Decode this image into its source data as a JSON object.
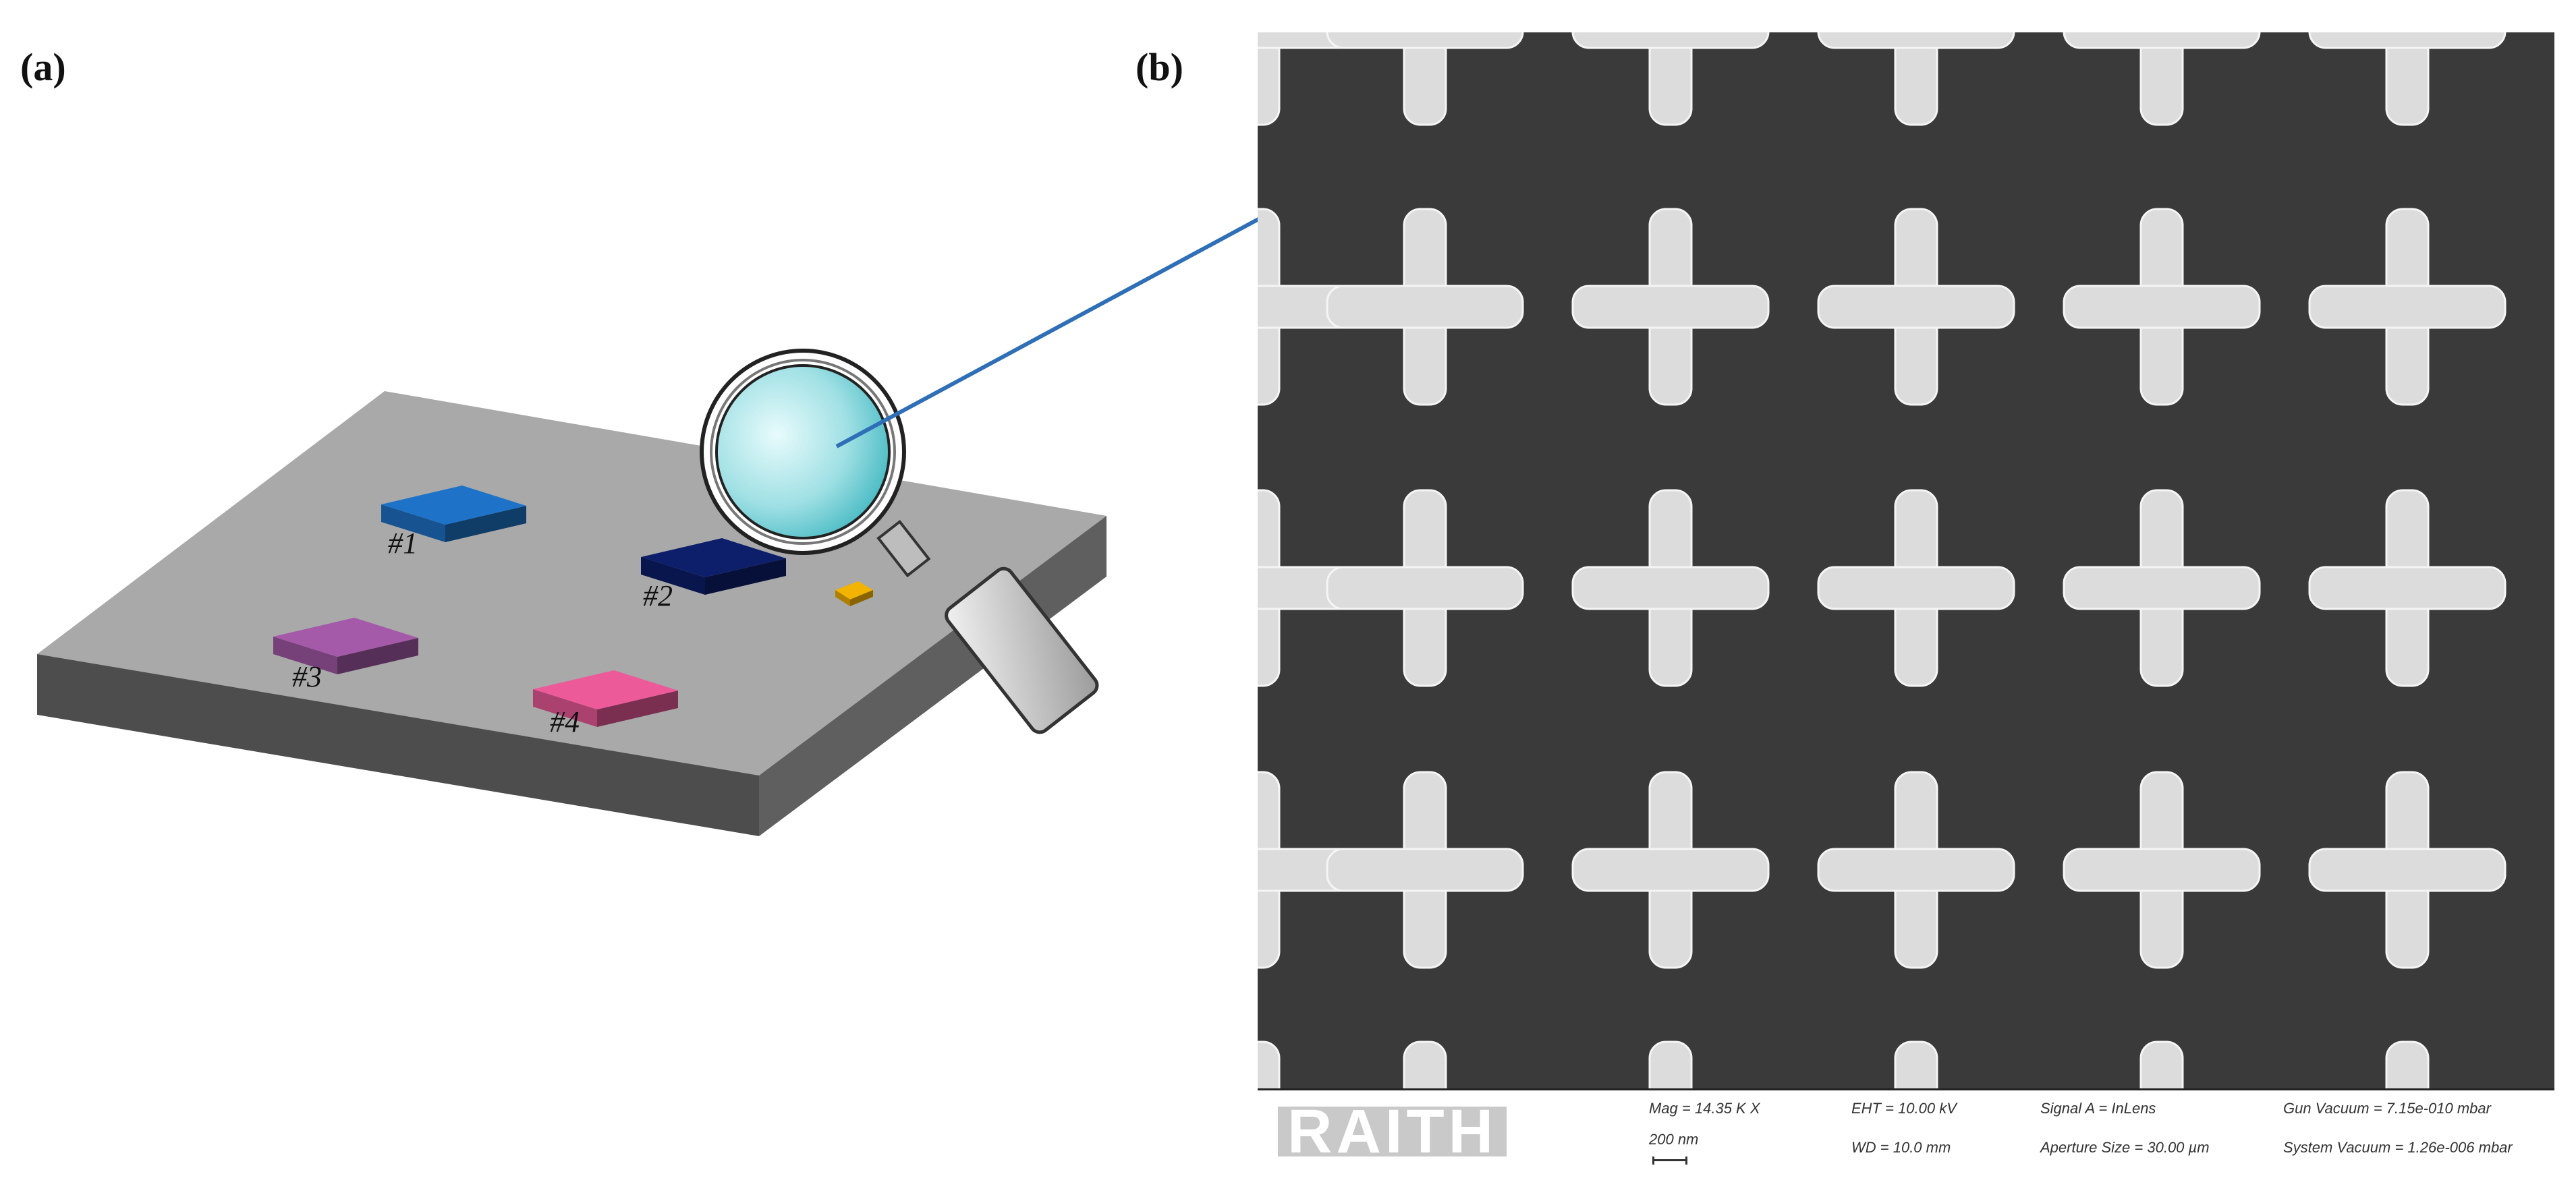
{
  "panels": {
    "a": {
      "label": "(a)"
    },
    "b": {
      "label": "(b)"
    }
  },
  "samples": [
    {
      "label": "#1",
      "color": "#1e73c8"
    },
    {
      "label": "#2",
      "color": "#0d1f6b"
    },
    {
      "label": "#3",
      "color": "#a45aa8"
    },
    {
      "label": "#4",
      "color": "#ec5a9a"
    }
  ],
  "colors": {
    "substrate_top": "#a9a9a9",
    "substrate_front": "#4d4d4d",
    "substrate_side": "#5f5f5f",
    "small_chip": "#f2b400",
    "lens": "#7fd6db",
    "arrow": "#2e6fb7",
    "sem_background": "#3a3a3a",
    "sem_feature": "#dcdcdc"
  },
  "icons": {
    "magnifier": "magnifying-glass-icon"
  },
  "sem": {
    "logo": "RAITH",
    "mag": "Mag =   14.35 K X",
    "scale": "200 nm",
    "eht": "EHT = 10.00 kV",
    "wd": "WD = 10.0 mm",
    "signal": "Signal A = InLens",
    "aperture": "Aperture Size = 30.00 µm",
    "gun_vacuum": "Gun Vacuum = 7.15e-010 mbar",
    "system_vacuum": "System Vacuum = 1.26e-006 mbar"
  }
}
